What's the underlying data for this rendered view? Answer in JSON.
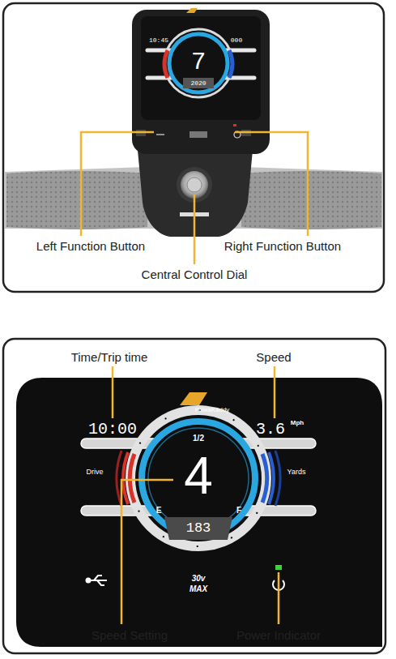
{
  "diagram": {
    "labels": [
      "Left Function Button",
      "Right Function Button",
      "Central Control Dial",
      "Time/Trip time",
      "Speed",
      "Speed Setting",
      "Power Indicator",
      "10:00",
      "3.6",
      "Mph",
      "Drive",
      "Yards",
      "1/2",
      "4",
      "E",
      "F",
      "183",
      "PowaKaddy",
      "30v",
      "MAX",
      "10:45",
      "000",
      "7",
      "2020"
    ]
  }
}
